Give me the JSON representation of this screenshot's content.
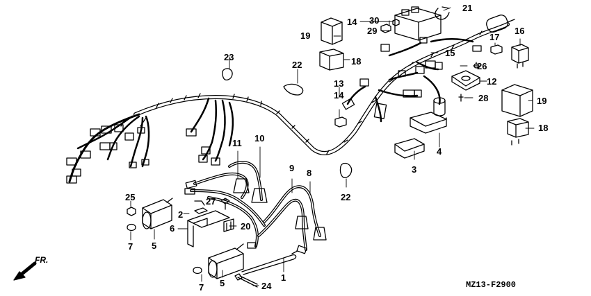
{
  "diagram_code": "MZ13-F2900",
  "direction_label": "FR.",
  "callouts": {
    "c1": "1",
    "c2": "2",
    "c3": "3",
    "c4": "4",
    "c5a": "5",
    "c5b": "5",
    "c6": "6",
    "c7a": "7",
    "c7b": "7",
    "c8": "8",
    "c9": "9",
    "c10": "10",
    "c11": "11",
    "c12": "12",
    "c13": "13",
    "c14a": "14",
    "c14b": "14",
    "c15": "15",
    "c16": "16",
    "c17": "17",
    "c18a": "18",
    "c18b": "18",
    "c19a": "19",
    "c19b": "19",
    "c20": "20",
    "c21": "21",
    "c22a": "22",
    "c22b": "22",
    "c23": "23",
    "c24": "24",
    "c25": "25",
    "c26": "26",
    "c27": "27",
    "c28": "28",
    "c29": "29",
    "c30": "30"
  }
}
